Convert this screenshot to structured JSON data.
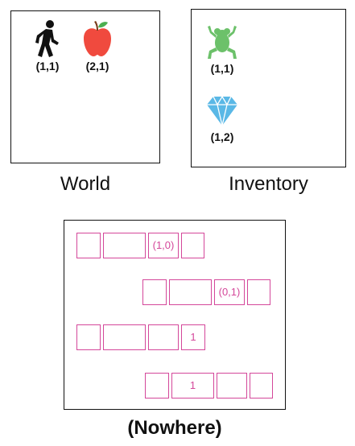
{
  "world": {
    "label": "World",
    "items": [
      {
        "icon": "walking-person-icon",
        "coord": "(1,1)"
      },
      {
        "icon": "apple-icon",
        "coord": "(2,1)"
      }
    ]
  },
  "inventory": {
    "label": "Inventory",
    "items": [
      {
        "icon": "frog-icon",
        "coord": "(1,1)"
      },
      {
        "icon": "diamond-icon",
        "coord": "(1,2)"
      }
    ]
  },
  "nowhere": {
    "label": "(Nowhere)",
    "rows": [
      [
        "",
        "",
        "(1,0)",
        ""
      ],
      [
        "",
        "",
        "(0,1)",
        ""
      ],
      [
        "",
        "",
        "",
        "1"
      ],
      [
        "",
        "1",
        "",
        ""
      ]
    ]
  },
  "colors": {
    "cell_border": "#d4479a",
    "apple": "#f04a3e",
    "frog": "#6cc16a",
    "diamond": "#5ab8e6"
  }
}
